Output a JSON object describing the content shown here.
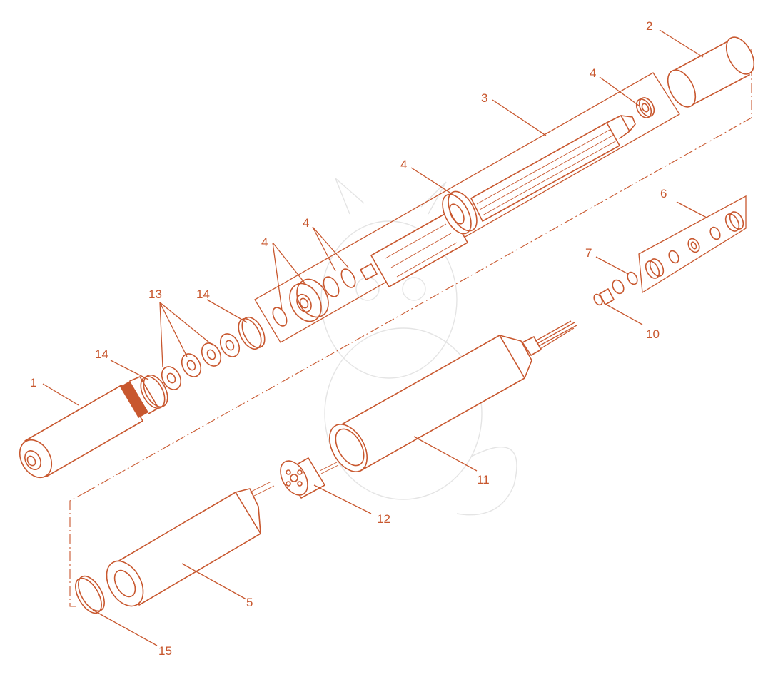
{
  "colors": {
    "line": "#c8572e",
    "background": "#ffffff"
  },
  "labels": [
    "1",
    "2",
    "3",
    "4",
    "4",
    "4",
    "4",
    "5",
    "6",
    "7",
    "10",
    "11",
    "12",
    "13",
    "14",
    "14",
    "15"
  ]
}
